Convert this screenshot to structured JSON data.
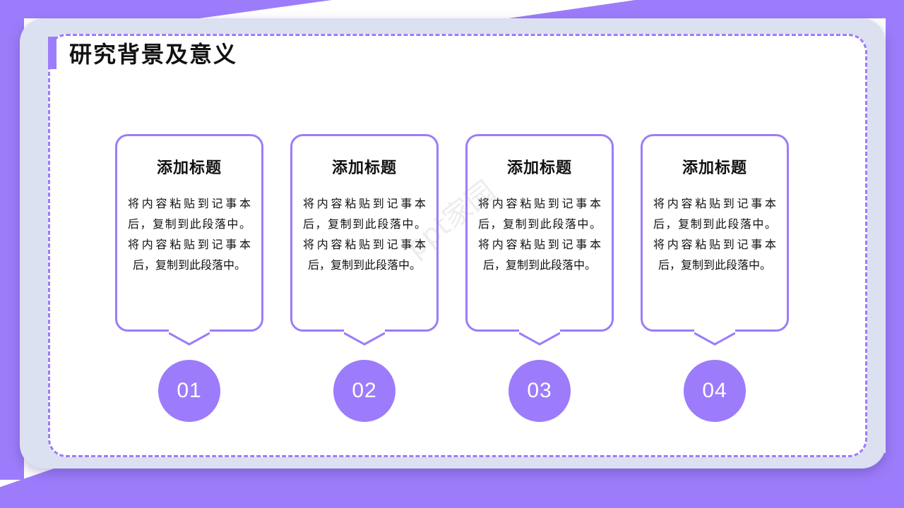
{
  "slide": {
    "header": {
      "title": "研究背景及意义",
      "accent_color": "#9c7cfa"
    },
    "watermark": "ppt家园",
    "theme": {
      "purple": "#9c7cfa",
      "panel_blue": "#dbe1f0",
      "card_white": "#ffffff",
      "text_dark": "#111111"
    },
    "cards": [
      {
        "number": "01",
        "title": "添加标题",
        "body": "将内容粘贴到记事本后，复制到此段落中。将内容粘贴到记事本后，复制到此段落中。"
      },
      {
        "number": "02",
        "title": "添加标题",
        "body": "将内容粘贴到记事本后，复制到此段落中。将内容粘贴到记事本后，复制到此段落中。"
      },
      {
        "number": "03",
        "title": "添加标题",
        "body": "将内容粘贴到记事本后，复制到此段落中。将内容粘贴到记事本后，复制到此段落中。"
      },
      {
        "number": "04",
        "title": "添加标题",
        "body": "将内容粘贴到记事本后，复制到此段落中。将内容粘贴到记事本后，复制到此段落中。"
      }
    ]
  }
}
